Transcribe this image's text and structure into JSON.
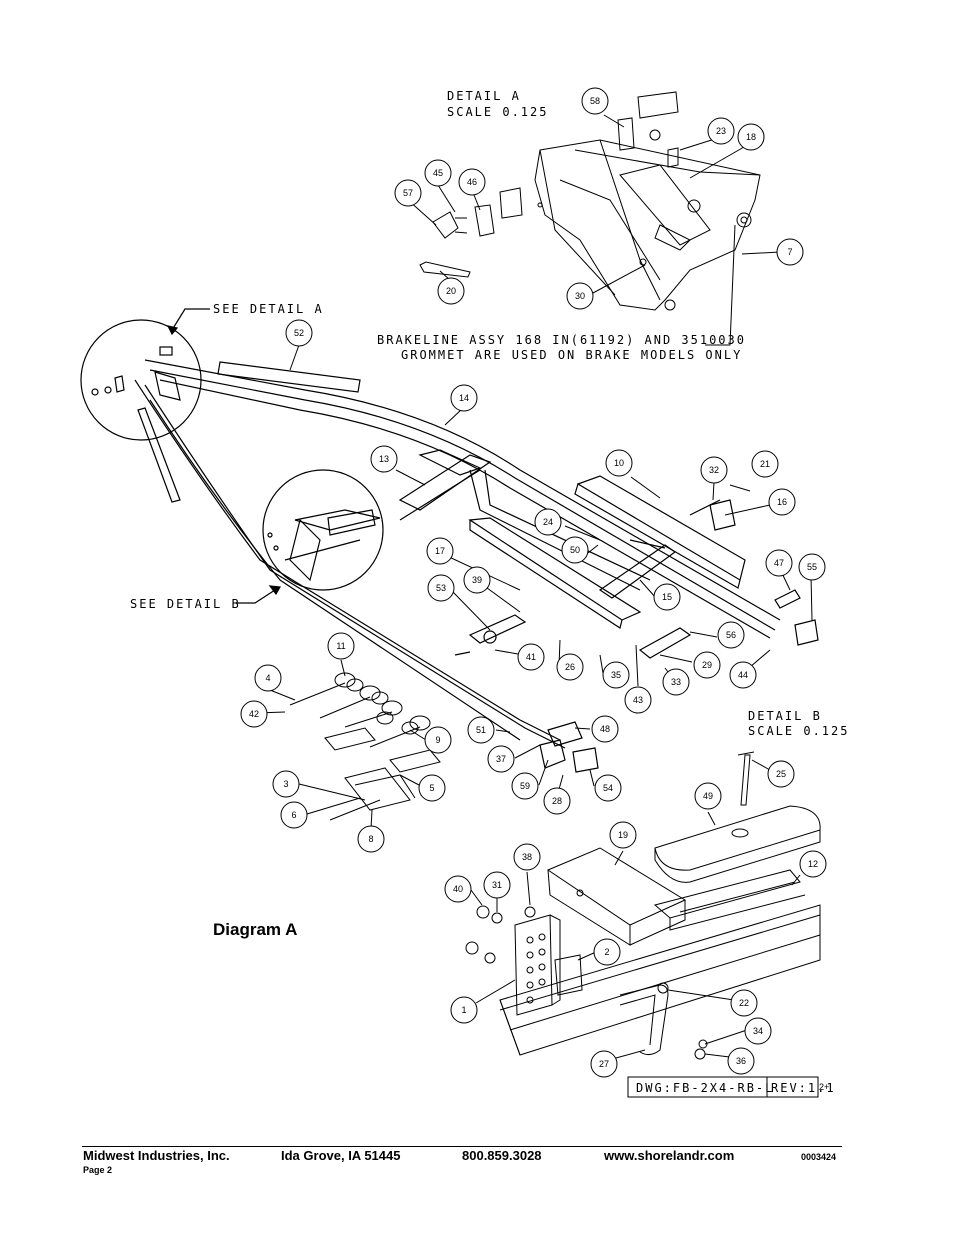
{
  "detail_a": {
    "title": "DETAIL  A",
    "scale": "SCALE  0.125"
  },
  "detail_b": {
    "title": "DETAIL  B",
    "scale": "SCALE  0.125"
  },
  "see_detail_a": "SEE DETAIL  A",
  "see_detail_b": "SEE DETAIL  B",
  "brakeline_note": {
    "line1": "BRAKELINE ASSY 168 IN(61192) AND 3510030",
    "line2": "GROMMET ARE USED ON BRAKE MODELS ONLY"
  },
  "part_numbers": [
    "58",
    "23",
    "18",
    "45",
    "46",
    "57",
    "20",
    "30",
    "7",
    "52",
    "14",
    "13",
    "10",
    "32",
    "21",
    "16",
    "24",
    "50",
    "17",
    "39",
    "53",
    "15",
    "47",
    "55",
    "56",
    "41",
    "26",
    "35",
    "29",
    "33",
    "44",
    "43",
    "11",
    "4",
    "42",
    "9",
    "51",
    "48",
    "37",
    "59",
    "28",
    "54",
    "3",
    "5",
    "6",
    "8",
    "25",
    "49",
    "19",
    "12",
    "38",
    "31",
    "40",
    "2",
    "1",
    "22",
    "34",
    "27",
    "36"
  ],
  "diagram_title": "Diagram A",
  "title_block": {
    "drawing": "DWG:FB-2X4-RB-L",
    "revision": "REV:1.1",
    "suffix": "2+"
  },
  "footer": {
    "company": "Midwest Industries, Inc.",
    "location": "Ida Grove, IA  51445",
    "phone": "800.859.3028",
    "website": "www.shorelandr.com",
    "doc_number": "0003424",
    "page": "Page 2"
  }
}
